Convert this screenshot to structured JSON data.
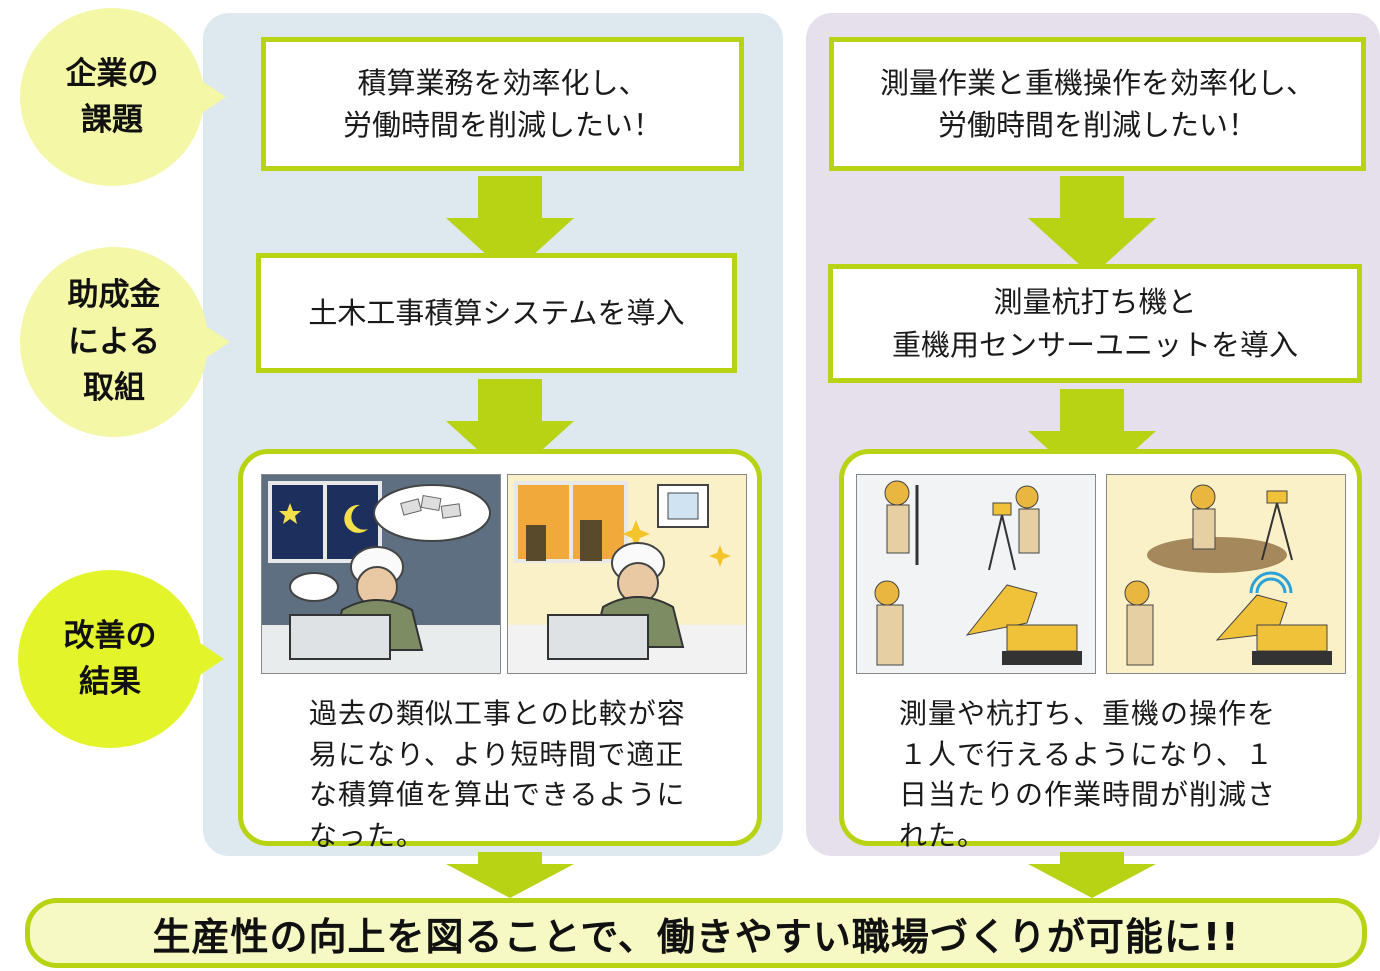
{
  "labels": {
    "issue": "企業の\n課題",
    "measure": "助成金\nによる\n取組",
    "result": "改善の\n結果"
  },
  "left": {
    "issue": "積算業務を効率化し、\n労働時間を削減したい！",
    "measure": "土木工事積算システムを導入",
    "result": "過去の類似工事との比較が容\n易になり、より短時間で適正\nな積算値を算出できるように\nなった。"
  },
  "right": {
    "issue": "測量作業と重機操作を効率化し、\n労働時間を削減したい！",
    "measure": "測量杭打ち機と\n重機用センサーユニットを導入",
    "result": "測量や杭打ち、重機の操作を\n１人で行えるようになり、１\n日当たりの作業時間が削減さ\nれた。"
  },
  "conclusion": "生産性の向上を図ることで、働きやすい職場づくりが可能に!!",
  "colors": {
    "accent_green": "#b8d214",
    "bubble_light": "#f4f7a6",
    "bubble_bright": "#e4f42a",
    "panel_left": "#dde9ef",
    "panel_right": "#e5e0eb"
  }
}
